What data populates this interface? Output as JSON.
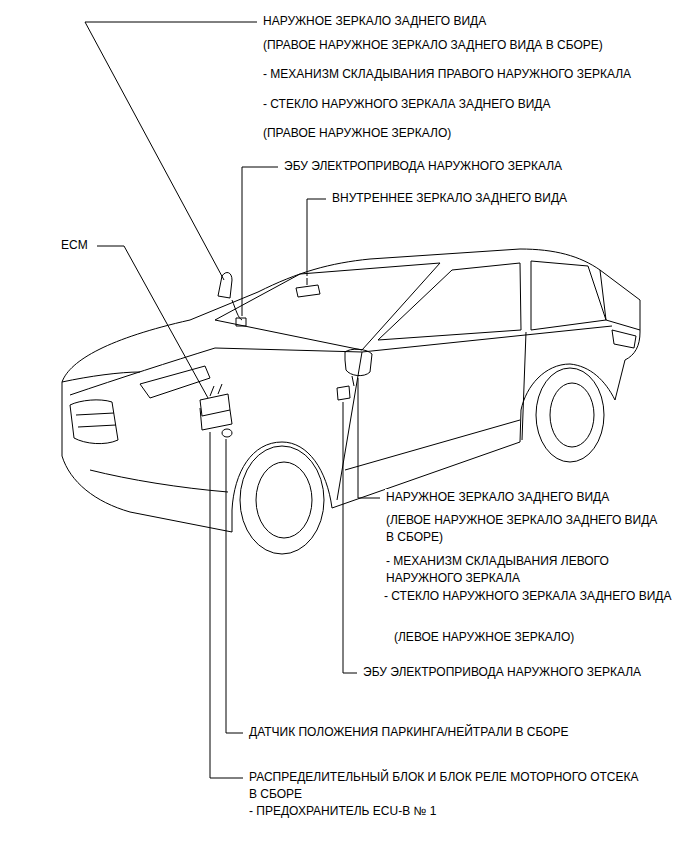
{
  "diagram": {
    "labels": [
      "НАРУЖНОЕ ЗЕРКАЛО ЗАДНЕГО ВИДА",
      "(ПРАВОЕ НАРУЖНОЕ ЗЕРКАЛО ЗАДНЕГО ВИДА В СБОРЕ)",
      "- МЕХАНИЗМ СКЛАДЫВАНИЯ ПРАВОГО НАРУЖНОГО ЗЕРКАЛА",
      "- СТЕКЛО НАРУЖНОГО ЗЕРКАЛА ЗАДНЕГО ВИДА",
      "(ПРАВОЕ НАРУЖНОЕ ЗЕРКАЛО)",
      "ЭБУ ЭЛЕКТРОПРИВОДА НАРУЖНОГО ЗЕРКАЛА",
      "ВНУТРЕННЕЕ ЗЕРКАЛО ЗАДНЕГО ВИДА",
      "ECM",
      "НАРУЖНОЕ ЗЕРКАЛО ЗАДНЕГО ВИДА",
      "(ЛЕВОЕ НАРУЖНОЕ ЗЕРКАЛО ЗАДНЕГО ВИДА В СБОРЕ)",
      "- МЕХАНИЗМ СКЛАДЫВАНИЯ ЛЕВОГО НАРУЖНОГО ЗЕРКАЛА",
      "- СТЕКЛО НАРУЖНОГО ЗЕРКАЛА ЗАДНЕГО ВИДА",
      "(ЛЕВОЕ НАРУЖНОЕ ЗЕРКАЛО)",
      "ЭБУ ЭЛЕКТРОПРИВОДА НАРУЖНОГО ЗЕРКАЛА",
      "ДАТЧИК ПОЛОЖЕНИЯ ПАРКИНГА/НЕЙТРАЛИ В СБОРЕ",
      "РАСПРЕДЕЛИТЕЛЬНЫЙ БЛОК И БЛОК РЕЛЕ МОТОРНОГО ОТСЕКА В СБОРЕ",
      "- ПРЕДОХРАНИТЕЛЬ ECU-B № 1"
    ]
  }
}
